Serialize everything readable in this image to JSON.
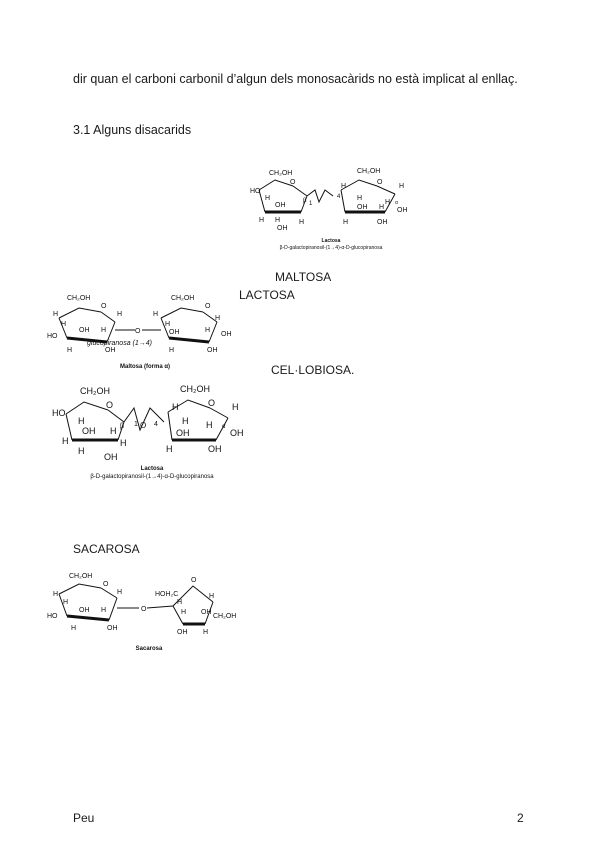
{
  "body_text": "dir quan el carboni carbonil d’algun dels monosacàrids no està implicat al enllaç.",
  "section_heading": "3.1 Alguns disacarids",
  "labels": {
    "maltosa": "MALTOSA",
    "lactosa": "LACTOSA",
    "cellobiosa": "CEL·LOBIOSA.",
    "sacarosa": "SACAROSA"
  },
  "figures": {
    "lactose_small": {
      "caption": "Lactosa",
      "subcaption": "β-D-galactopiranosil-(1→4)-α-D-glucopiranosa"
    },
    "maltose": {
      "caption": "Maltosa (forma α)",
      "handwritten": "glucopiranosa (1→4)"
    },
    "lactose_large": {
      "caption": "Lactosa",
      "subcaption": "β-D-galactopiranosil-(1→4)-α-D-glucopiranosa"
    },
    "sucrose": {
      "caption": "Sacarosa"
    }
  },
  "footer": {
    "left": "Peu",
    "page_number": "2"
  }
}
